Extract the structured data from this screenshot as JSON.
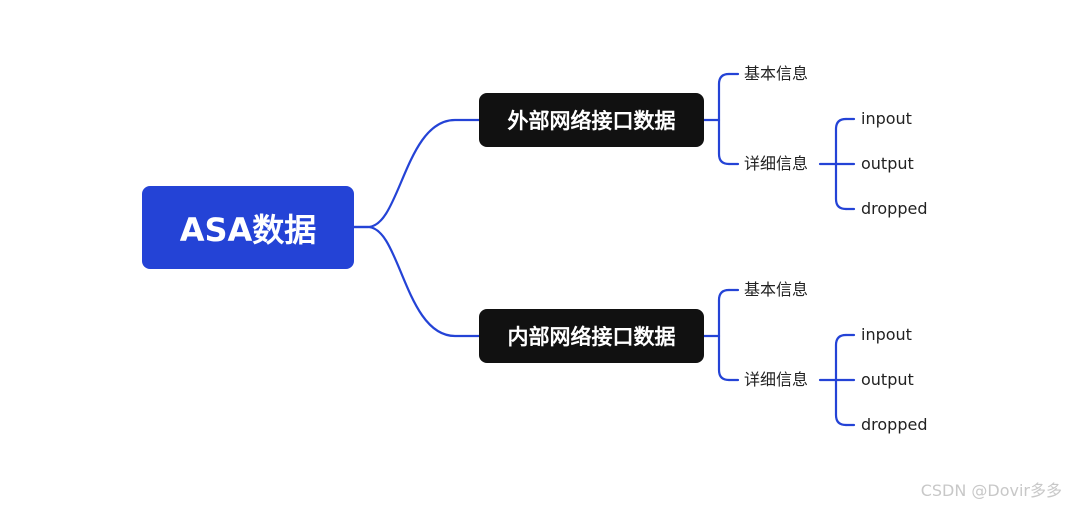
{
  "root": {
    "label": "ASA数据"
  },
  "branches": [
    {
      "label": "外部网络接口数据",
      "basic": "基本信息",
      "detail": "详细信息",
      "items": [
        "inpout",
        "output",
        "dropped"
      ]
    },
    {
      "label": "内部网络接口数据",
      "basic": "基本信息",
      "detail": "详细信息",
      "items": [
        "inpout",
        "output",
        "dropped"
      ]
    }
  ],
  "watermark": "CSDN @Dovir多多",
  "colors": {
    "accent": "#2443d6",
    "branch_bg": "#111111",
    "line": "#2443d6"
  }
}
